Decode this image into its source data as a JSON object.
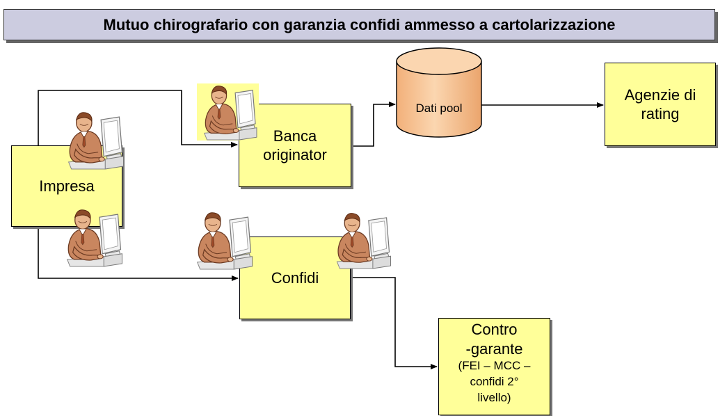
{
  "title": "Mutuo chirografario con garanzia confidi ammesso a cartolarizzazione",
  "nodes": {
    "impresa": "Impresa",
    "banca_line1": "Banca",
    "banca_line2": "originator",
    "dati_pool": "Dati pool",
    "agenzie_line1": "Agenzie di",
    "agenzie_line2": "rating",
    "confidi": "Confidi",
    "contro_line1": "Contro",
    "contro_line2": "-garante",
    "contro_line3": "(FEI – MCC –",
    "contro_line4": "confidi 2°",
    "contro_line5": "livello)"
  },
  "colors": {
    "box_fill": "#ffff99",
    "title_fill": "#cccce0",
    "cylinder_fill": "#f8c89c",
    "person_highlight": "#ffff99"
  },
  "icons": [
    "businessman-at-computer-icon"
  ]
}
